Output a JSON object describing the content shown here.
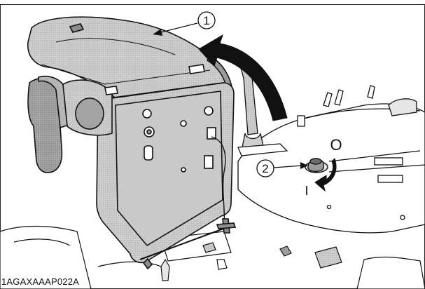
{
  "figure": {
    "header_text": "",
    "caption": "1AGAXAAAP022A",
    "callouts": [
      {
        "number": "1"
      },
      {
        "number": "2"
      }
    ],
    "position_labels": {
      "open": "O",
      "lock": "I"
    },
    "colors": {
      "line": "#111111",
      "fill_light": "#d9d9d9",
      "fill_mid": "#b8b8b8",
      "fill_dark": "#8c8c8c",
      "arrow": "#111111"
    }
  }
}
